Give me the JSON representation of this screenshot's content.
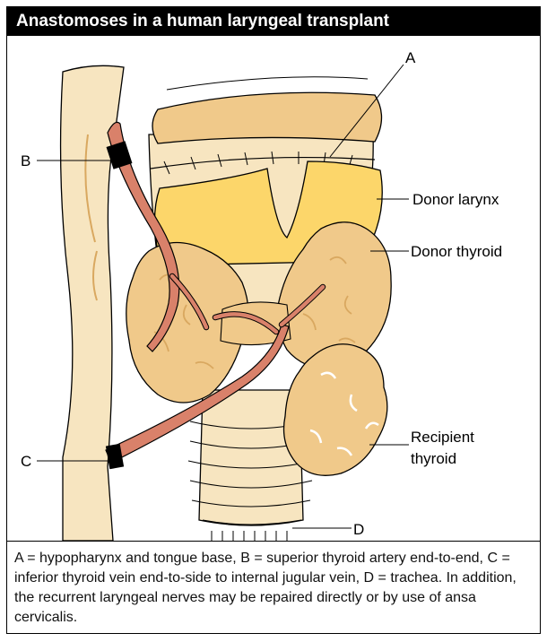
{
  "title": "Anastomoses in a human laryngeal transplant",
  "labels": {
    "a": "A",
    "b": "B",
    "c": "C",
    "d": "D",
    "donor_larynx": "Donor larynx",
    "donor_thyroid": "Donor thyroid",
    "recipient_thyroid_1": "Recipient",
    "recipient_thyroid_2": "thyroid"
  },
  "caption": "A = hypopharynx and tongue base, B = superior thyroid artery end-to-end, C = inferior thyroid vein end-to-side to internal jugular vein, D = trachea. In addition, the recurrent laryngeal nerves may be repaired directly or by use of ansa cervicalis.",
  "colors": {
    "skin": "#f7e5c0",
    "thyroid": "#f0c98a",
    "cartilage": "#fcd66a",
    "vessel": "#d9816a",
    "outline": "#000000"
  }
}
